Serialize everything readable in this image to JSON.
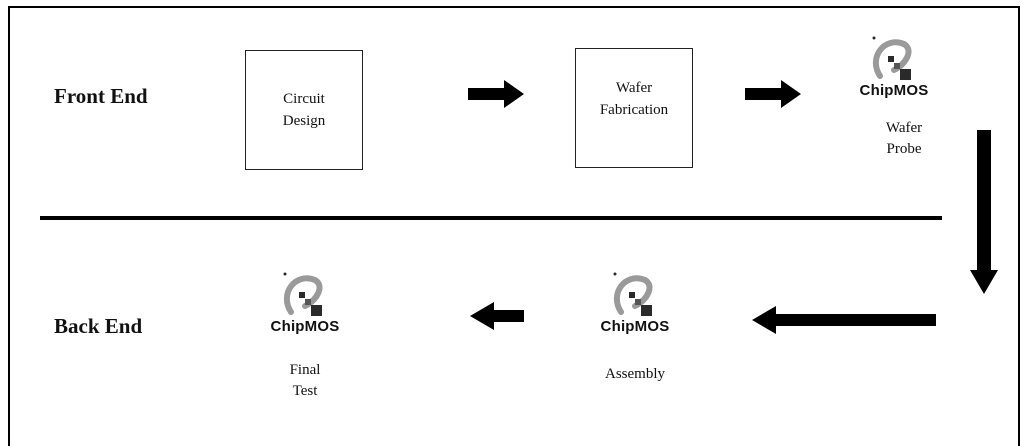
{
  "front_end": {
    "label": "Front End",
    "circuit_design": "Circuit\nDesign",
    "wafer_fabrication": "Wafer\nFabrication",
    "wafer_probe": {
      "logo": "ChipMOS",
      "caption": "Wafer\nProbe"
    }
  },
  "back_end": {
    "label": "Back End",
    "assembly": {
      "logo": "ChipMOS",
      "caption": "Assembly"
    },
    "final_test": {
      "logo": "ChipMOS",
      "caption": "Final\nTest"
    }
  },
  "colors": {
    "logo_gray": "#9a9a9a",
    "logo_dark": "#2a2a2a",
    "arrow": "#000000"
  }
}
